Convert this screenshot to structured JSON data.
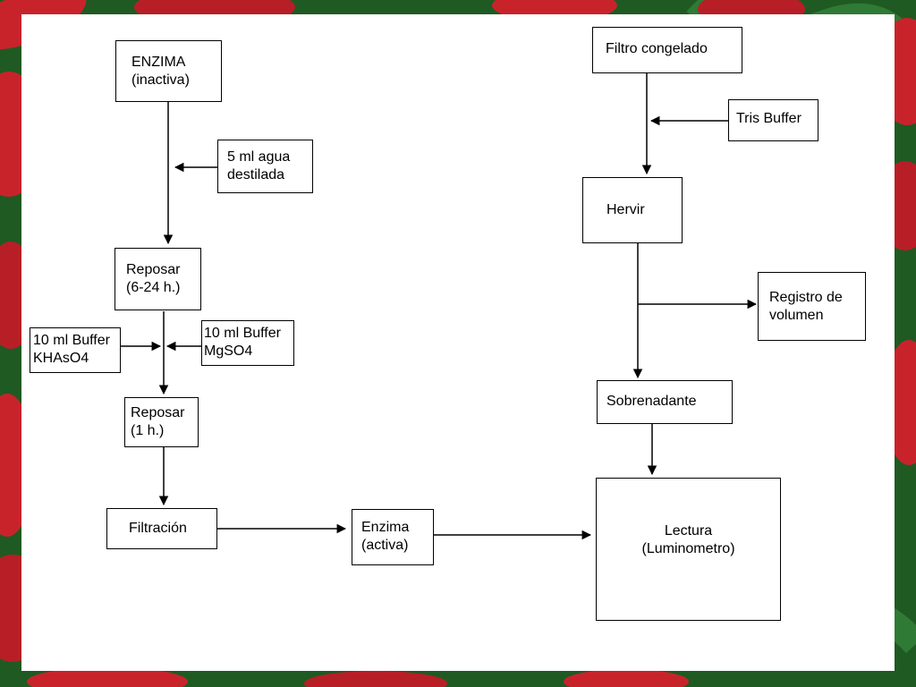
{
  "colors": {
    "background_green": "#1f5a23",
    "blood_cell_red": "#c8232b",
    "panel": "#ffffff",
    "line": "#000000"
  },
  "diagram": {
    "nodes": {
      "enzima_inactiva": "ENZIMA\n(inactiva)",
      "agua": "5 ml agua\ndestilada",
      "reposar1": "Reposar\n(6-24 h.)",
      "buffer_khaso4": "10 ml Buffer\nKHAsO4",
      "buffer_mgso4": "10 ml Buffer\nMgSO4",
      "reposar2": "Reposar\n  (1 h.)",
      "filtracion": "Filtración",
      "enzima_activa": "Enzima\n(activa)",
      "filtro": "Filtro congelado",
      "tris": "Tris Buffer",
      "hervir": "Hervir",
      "registro": "Registro de\nvolumen",
      "sobrenadante": "Sobrenadante",
      "lectura": "Lectura\n(Luminometro)"
    }
  }
}
